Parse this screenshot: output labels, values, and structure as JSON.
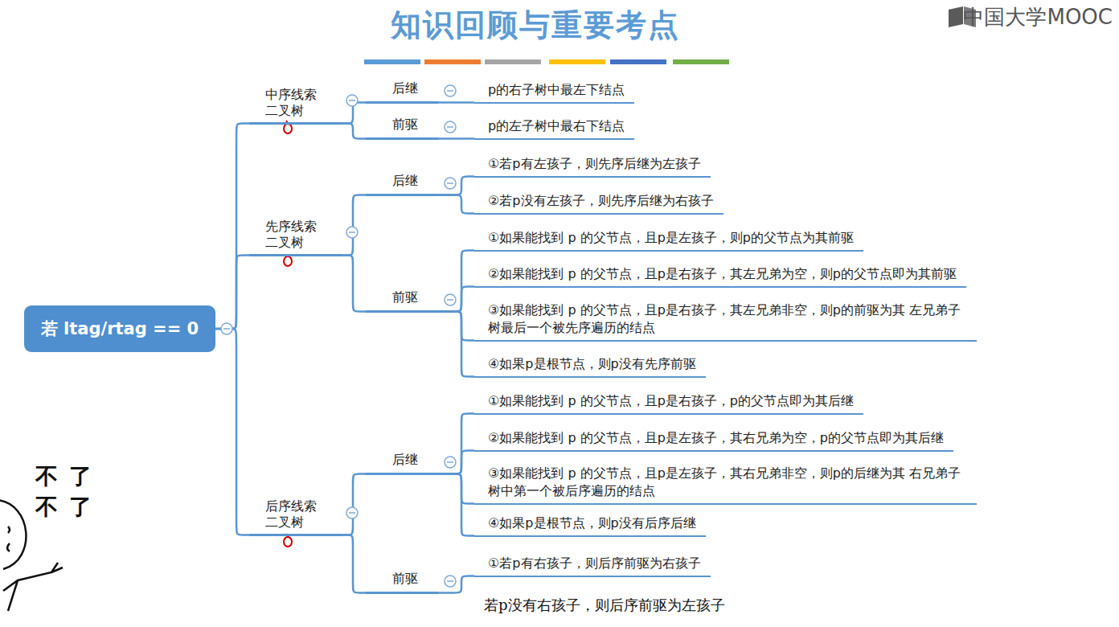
{
  "diagram": {
    "title": "知识回顾与重要考点",
    "caption": "若p没有右孩子，则后序前驱为左孩子",
    "nodes": [
      {
        "text": [
          "若 ltag/rtag == 0"
        ]
      },
      {
        "text": [
          "中序线索二叉树"
        ]
      },
      {
        "text": [
          "后继"
        ]
      },
      {
        "text": [
          "p的右子树中最左下结点"
        ]
      },
      {
        "text": [
          "前驱"
        ]
      },
      {
        "text": [
          "p的左子树中最右下结点"
        ]
      },
      {
        "text": [
          "先序线索二叉树"
        ]
      },
      {
        "text": [
          "后继"
        ]
      },
      {
        "text": [
          "①若p有左孩子，则先序后继为左孩子"
        ]
      },
      {
        "text": [
          "②若p没有左孩子，则先序后继为右孩子"
        ]
      },
      {
        "text": [
          "前驱"
        ]
      },
      {
        "text": [
          "①如果能找到 p 的父节点，且p是左孩子，则p的父节点为其前驱"
        ]
      },
      {
        "text": [
          "②如果能找到 p 的父节点，且p是右孩子，其左兄弟为空，则p的父节点即为其前驱"
        ]
      },
      {
        "text": [
          "③如果能找到 p 的父节点，且p是右孩子，其左兄弟非空，则p的前驱为其 左兄弟子树最后一个被先序遍历的结点"
        ]
      },
      {
        "text": [
          "④如果p是根节点，则p没有先序前驱"
        ]
      },
      {
        "text": [
          "后序线索二叉树"
        ]
      },
      {
        "text": [
          "后继"
        ]
      },
      {
        "text": [
          "①如果能找到 p 的父节点，且p是右孩子，p的父节点即为其后继"
        ]
      },
      {
        "text": [
          "②如果能找到 p 的父节点，且p是左孩子，其右兄弟为空，p的父节点即为其后继"
        ]
      },
      {
        "text": [
          "③如果能找到 p 的父节点，且p是左孩子，其右兄弟非空，则p的后继为其 右兄弟子树中第一个被后序遍历的结点"
        ]
      },
      {
        "text": [
          "④如果p是根节点，则p没有后序后继"
        ]
      },
      {
        "text": [
          "前驱"
        ]
      },
      {
        "text": [
          "①若p有右孩子，则后序前驱为右孩子"
        ]
      }
    ],
    "edges": [
      {
        "from": 0,
        "to": 1,
        "arrow": "none"
      },
      {
        "from": 0,
        "to": 6,
        "arrow": "none"
      },
      {
        "from": 0,
        "to": 15,
        "arrow": "none"
      },
      {
        "from": 1,
        "to": 2,
        "arrow": "none"
      },
      {
        "from": 1,
        "to": 4,
        "arrow": "none"
      },
      {
        "from": 2,
        "to": 3,
        "arrow": "none"
      },
      {
        "from": 4,
        "to": 5,
        "arrow": "none"
      },
      {
        "from": 6,
        "to": 7,
        "arrow": "none"
      },
      {
        "from": 6,
        "to": 10,
        "arrow": "none"
      },
      {
        "from": 7,
        "to": 8,
        "arrow": "none"
      },
      {
        "from": 7,
        "to": 9,
        "arrow": "none"
      },
      {
        "from": 10,
        "to": 11,
        "arrow": "none"
      },
      {
        "from": 10,
        "to": 12,
        "arrow": "none"
      },
      {
        "from": 10,
        "to": 13,
        "arrow": "none"
      },
      {
        "from": 10,
        "to": 14,
        "arrow": "none"
      },
      {
        "from": 15,
        "to": 16,
        "arrow": "none"
      },
      {
        "from": 15,
        "to": 21,
        "arrow": "none"
      },
      {
        "from": 16,
        "to": 17,
        "arrow": "none"
      },
      {
        "from": 16,
        "to": 18,
        "arrow": "none"
      },
      {
        "from": 16,
        "to": 19,
        "arrow": "none"
      },
      {
        "from": 16,
        "to": 20,
        "arrow": "none"
      },
      {
        "from": 21,
        "to": 22,
        "arrow": "none"
      }
    ],
    "labels": [
      "中国大学MOOC",
      "不了",
      "不了"
    ]
  }
}
